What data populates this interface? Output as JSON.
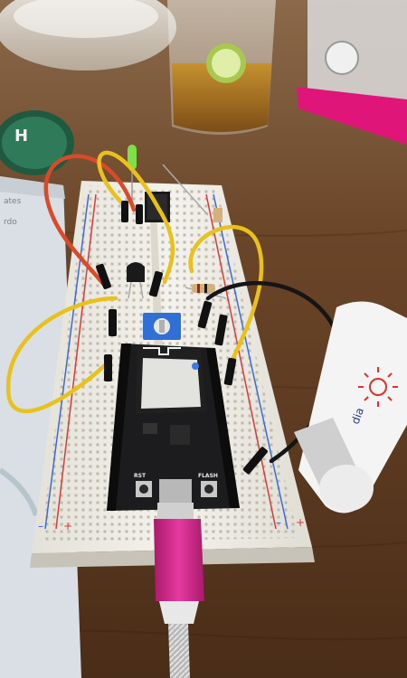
{
  "photo": {
    "board_labels": {
      "flash": "FLASH",
      "rst": "RST"
    },
    "breadboard": {
      "rail_minus": "–",
      "rail_plus": "+"
    },
    "lighter": {
      "brand": "dia"
    },
    "colors": {
      "table": "#5b3a22",
      "breadboard": "#efede6",
      "pcb": "#1c1c1e",
      "module": "#e2e2de",
      "wire_yellow": "#e8c21a",
      "wire_red": "#d94a2a",
      "wire_black": "#151515",
      "cable_pink": "#d6288f",
      "led_green": "#7de04a",
      "potentiometer": "#2f6fd6"
    }
  }
}
